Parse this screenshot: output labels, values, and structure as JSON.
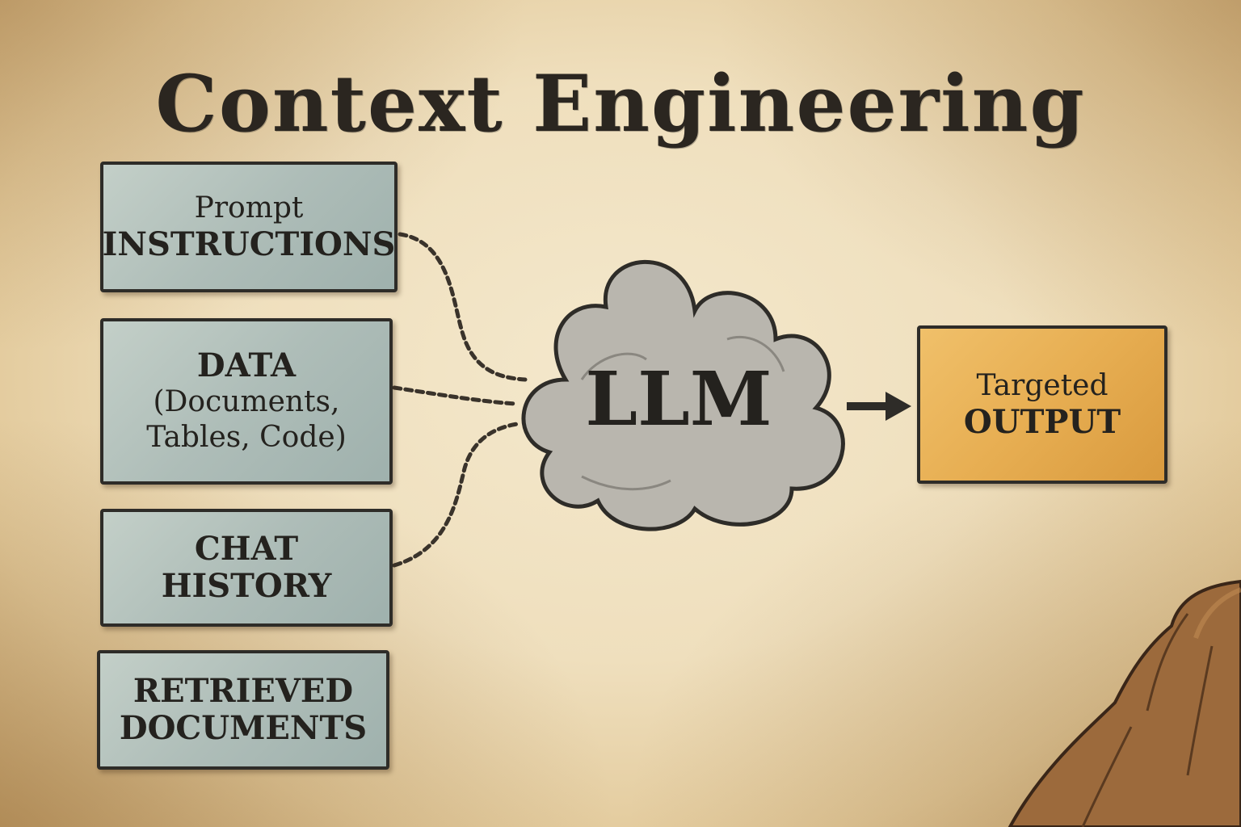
{
  "title": "Context Engineering",
  "inputs": [
    {
      "line1": "Prompt",
      "line2": "INSTRUCTIONS"
    },
    {
      "line1": "DATA",
      "line2": "(Documents,",
      "line3": "Tables, Code)"
    },
    {
      "line1": "CHAT",
      "line2": "HISTORY"
    },
    {
      "line1": "RETRIEVED",
      "line2": "DOCUMENTS"
    }
  ],
  "center": {
    "label": "LLM"
  },
  "output": {
    "line1": "Targeted",
    "line2": "OUTPUT"
  },
  "colors": {
    "parchment": "#f4e8cc",
    "input_box": "#aebdb8",
    "output_box": "#e7ae52",
    "cloud": "#b9b6ae",
    "ink": "#24221e"
  }
}
